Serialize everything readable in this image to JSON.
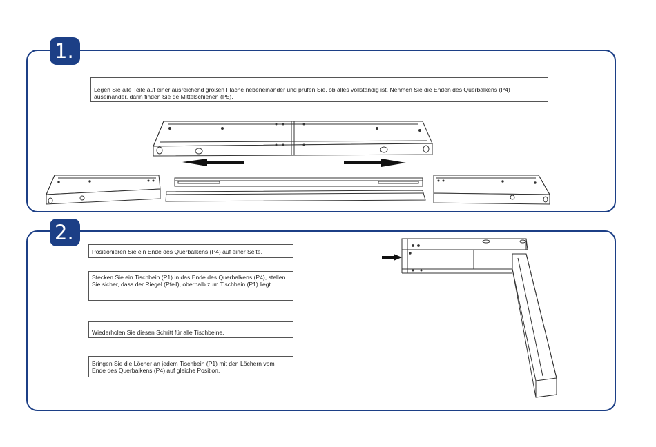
{
  "step1": {
    "number": "1.",
    "text": "Legen Sie alle Teile auf einer ausreichend großen Fläche nebeneinander und prüfen Sie, ob alles vollständig ist. Nehmen Sie die Enden des Querbalkens (P4) auseinander, darin finden Sie de Mittelschienen (P5)."
  },
  "step2": {
    "number": "2.",
    "instructions": [
      "Positionieren Sie ein Ende des Querbalkens (P4) auf einer Seite.",
      "Stecken Sie ein Tischbein (P1) in das Ende des Querbalkens (P4), stellen Sie sicher, dass der Riegel (Pfeil), oberhalb zum Tischbein (P1) liegt.",
      "Wiederholen Sie diesen Schritt für alle Tischbeine.",
      "Bringen Sie die Löcher an jedem Tischbein (P1) mit den Löchern vom Ende des Querbalkens (P4) auf gleiche Position."
    ]
  },
  "colors": {
    "frame": "#1c3f86",
    "line": "#333333"
  }
}
